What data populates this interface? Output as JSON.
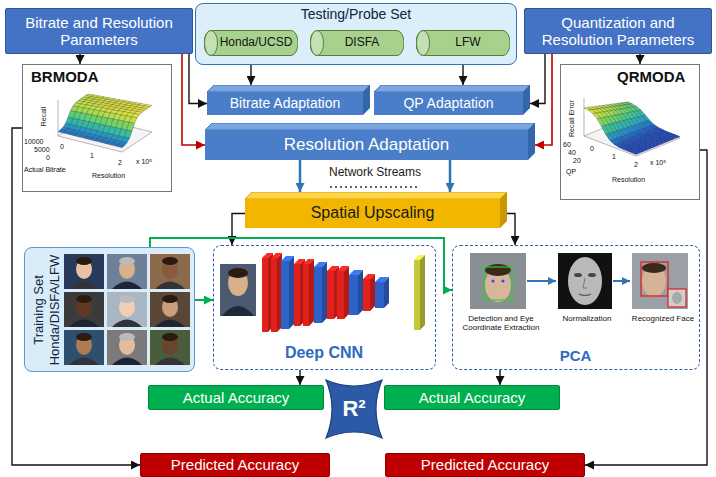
{
  "diagram": {
    "nodes": [
      {
        "text": [
          "Bitrate and Resolution Parameters"
        ]
      },
      {
        "text": [
          "Testing/Probe Set"
        ]
      },
      {
        "text": [
          "Honda/UCSD"
        ],
        "in": 1
      },
      {
        "text": [
          "DISFA"
        ],
        "in": 1
      },
      {
        "text": [
          "LFW"
        ],
        "in": 1
      },
      {
        "text": [
          "Quantization and Resolution Parameters"
        ]
      },
      {
        "text": [
          "BRMODA"
        ]
      },
      {
        "text": [
          "Bitrate Adaptation"
        ]
      },
      {
        "text": [
          "QP Adaptation"
        ]
      },
      {
        "text": [
          "QRMODA"
        ]
      },
      {
        "text": [
          "Resolution Adaptation"
        ]
      },
      {
        "text": [
          "Spatial Upscaling"
        ]
      },
      {
        "text": [
          "Training Set Honda/DISFA/LFW"
        ]
      },
      {
        "text": [
          "Deep CNN"
        ]
      },
      {
        "text": [
          "Detection and Eye Coordinate Extraction",
          "Normalization",
          "Recognized Face",
          "PCA"
        ]
      },
      {
        "text": [
          "Actual Accuracy"
        ]
      },
      {
        "text": [
          "R²"
        ]
      },
      {
        "text": [
          "Actual Accuracy"
        ]
      },
      {
        "text": [
          "Predicted Accuracy"
        ]
      },
      {
        "text": [
          "Predicted Accuracy"
        ]
      }
    ],
    "edges": [
      {
        "from": 0,
        "to": 6,
        "arrow": "to"
      },
      {
        "from": 0,
        "to": 7,
        "arrow": "to"
      },
      {
        "from": 0,
        "to": 10,
        "arrow": "to"
      },
      {
        "from": 2,
        "to": 7,
        "arrow": "to"
      },
      {
        "from": 4,
        "to": 8,
        "arrow": "to"
      },
      {
        "from": 5,
        "to": 8,
        "arrow": "to"
      },
      {
        "from": 5,
        "to": 9,
        "arrow": "to"
      },
      {
        "from": 5,
        "to": 10,
        "arrow": "to"
      },
      {
        "from": 10,
        "to": 11,
        "arrow": "to"
      },
      {
        "from": 10,
        "to": 11,
        "arrow": "to"
      },
      {
        "from": 11,
        "to": 13,
        "arrow": "to"
      },
      {
        "from": 11,
        "to": 14,
        "arrow": "to"
      },
      {
        "from": 12,
        "to": 13,
        "arrow": "to"
      },
      {
        "from": 12,
        "to": 14,
        "arrow": "to"
      },
      {
        "from": 13,
        "to": 15,
        "arrow": "to"
      },
      {
        "from": 14,
        "to": 17,
        "arrow": "to"
      },
      {
        "from": 6,
        "to": 18,
        "arrow": "to"
      },
      {
        "from": 9,
        "to": 19,
        "arrow": "to"
      }
    ],
    "labels": [
      "Recall",
      "10000",
      "5000",
      "0",
      "Actual Bitrate",
      "0",
      "1",
      "2",
      "x 10⁵",
      "Resolution",
      "Recall Error",
      "60",
      "40",
      "20",
      "QP",
      "0",
      "1",
      "2",
      "x 10⁵",
      "Resolution",
      "Network Streams"
    ]
  }
}
